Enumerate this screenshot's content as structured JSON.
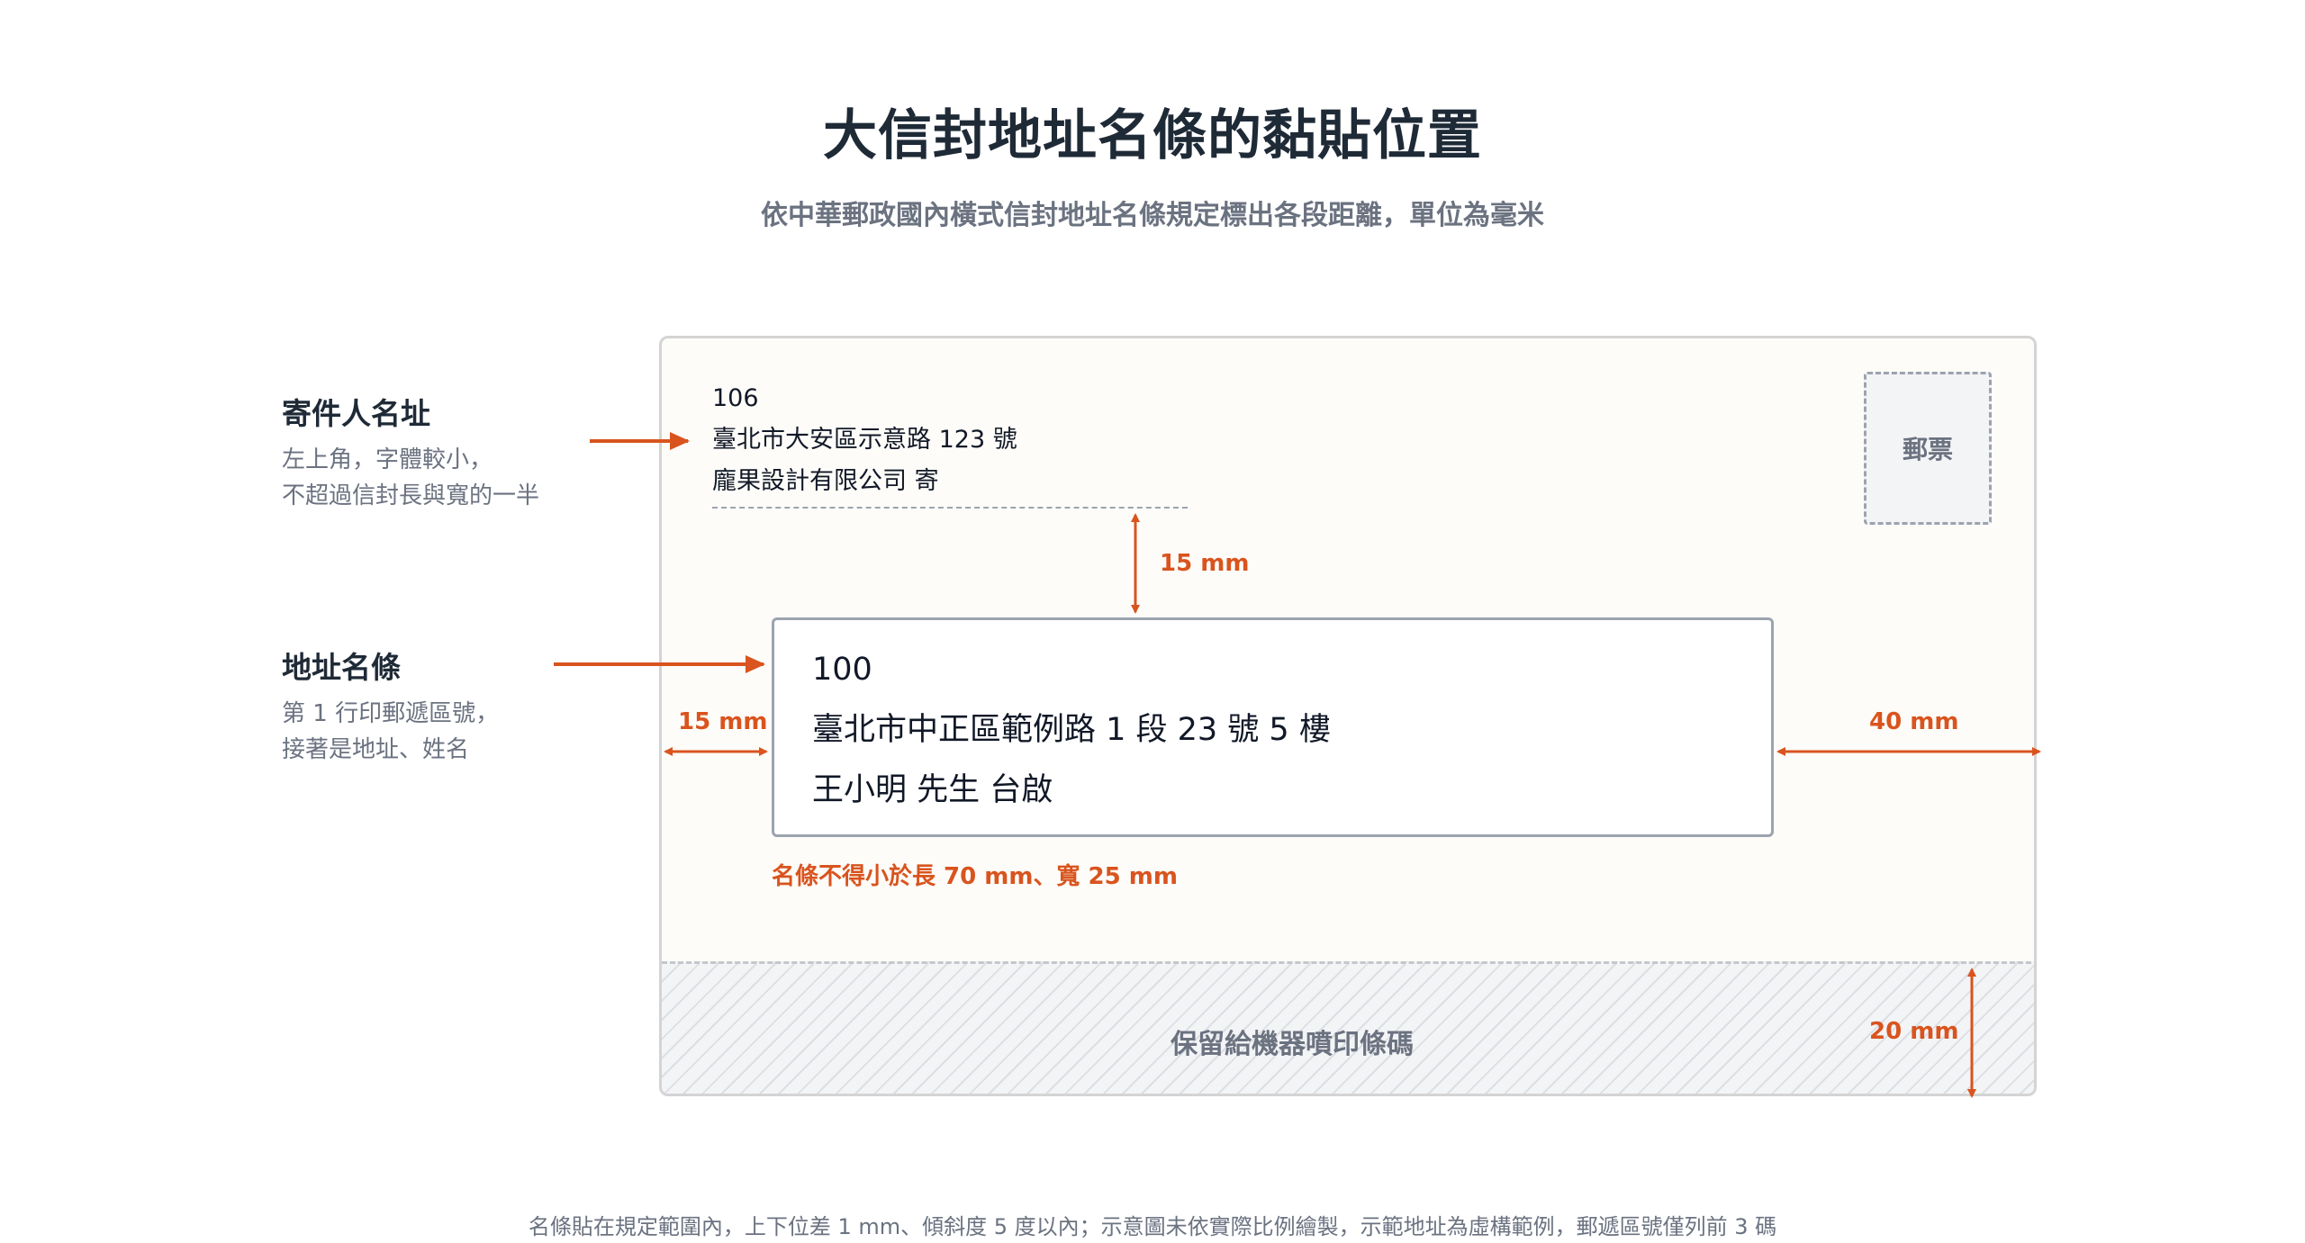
{
  "title": "大信封地址名條的黏貼位置",
  "subtitle": "依中華郵政國內橫式信封地址名條規定標出各段距離，單位為毫米",
  "sender_callout": {
    "title": "寄件人名址",
    "desc_line1": "左上角，字體較小，",
    "desc_line2": "不超過信封長與寬的一半"
  },
  "label_callout": {
    "title": "地址名條",
    "desc_line1": "第 1 行印郵遞區號，",
    "desc_line2": "接著是地址、姓名"
  },
  "envelope": {
    "sender": {
      "postcode": "106",
      "address": "臺北市大安區示意路 123 號",
      "name": "龐果設計有限公司 寄"
    },
    "stamp_label": "郵票",
    "address_label": {
      "postcode": "100",
      "address": "臺北市中正區範例路 1 段 23 號 5 樓",
      "recipient": "王小明 先生 台啟"
    },
    "label_size_note": "名條不得小於長 70 mm、寬 25 mm",
    "barcode_zone_label": "保留給機器噴印條碼"
  },
  "dimensions": {
    "top_gap": "15 mm",
    "left_margin": "15 mm",
    "right_margin": "40 mm",
    "bottom_zone": "20 mm"
  },
  "colors": {
    "accent": "#d9541e",
    "envelope_bg": "#fdfcf8",
    "text_dark": "#1f2a37",
    "text_muted": "#6b7280"
  },
  "footnote": "名條貼在規定範圍內，上下位差 1 mm、傾斜度 5 度以內；示意圖未依實際比例繪製，示範地址為虛構範例，郵遞區號僅列前 3 碼"
}
